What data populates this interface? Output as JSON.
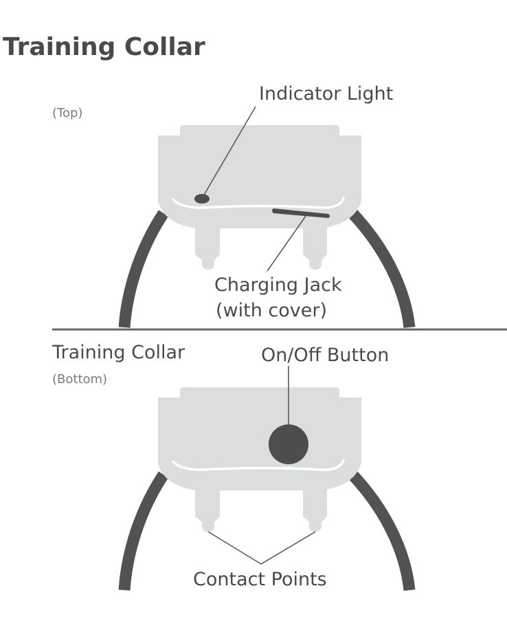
{
  "header": {
    "title": "Training Collar"
  },
  "top_view": {
    "view_label": "(Top)",
    "callouts": {
      "indicator_light": "Indicator Light",
      "charging_jack_line1": "Charging Jack",
      "charging_jack_line2": "(with cover)"
    }
  },
  "bottom_view": {
    "section_title": "Training Collar",
    "view_label": "(Bottom)",
    "callouts": {
      "on_off_button": "On/Off Button",
      "contact_points": "Contact Points"
    }
  },
  "colors": {
    "text": "#4a4a4c",
    "device_body": "#dcdddf",
    "strap": "#525254",
    "indicator": "#4d4d4f"
  }
}
